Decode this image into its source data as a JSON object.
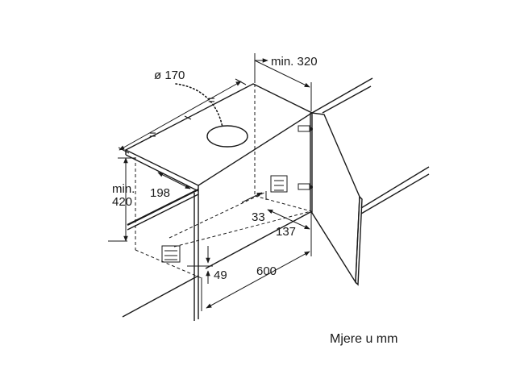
{
  "diagram": {
    "dimensions": {
      "min_320": "min. 320",
      "dia_170": "ø 170",
      "eq_a": "=",
      "eq_b": "=",
      "min_line": "min.",
      "val_420": "420",
      "val_198": "198",
      "val_33": "33",
      "val_137": "137",
      "val_49": "49",
      "val_600": "600"
    },
    "caption": "Mjere u mm"
  }
}
